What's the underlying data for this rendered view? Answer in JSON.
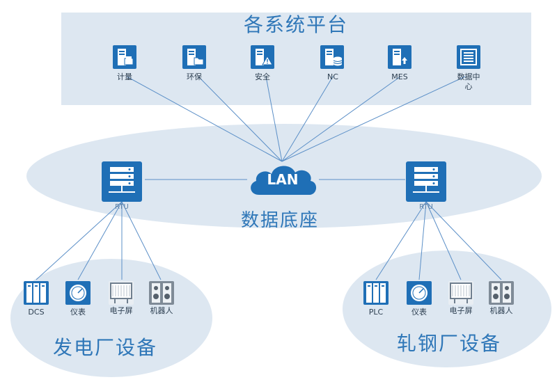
{
  "platform": {
    "title": "各系统平台",
    "systems": [
      {
        "label": "计量",
        "icon": "server-printer-icon"
      },
      {
        "label": "环保",
        "icon": "server-folder-icon"
      },
      {
        "label": "安全",
        "icon": "server-warning-icon"
      },
      {
        "label": "NC",
        "icon": "server-database-icon"
      },
      {
        "label": "MES",
        "icon": "server-upload-icon"
      },
      {
        "label": "数据中心",
        "icon": "data-center-icon"
      }
    ]
  },
  "base": {
    "title": "数据底座",
    "lan_label": "LAN",
    "rtu_left_label": "RTU",
    "rtu_right_label": "RTU"
  },
  "power_plant": {
    "title": "发电厂设备",
    "devices": [
      {
        "label": "DCS",
        "icon": "dcs-cabinet-icon"
      },
      {
        "label": "仪表",
        "icon": "gauge-icon"
      },
      {
        "label": "电子屏",
        "icon": "screen-icon"
      },
      {
        "label": "机器人",
        "icon": "robot-icon"
      }
    ]
  },
  "rolling_mill": {
    "title": "轧钢厂设备",
    "devices": [
      {
        "label": "PLC",
        "icon": "plc-cabinet-icon"
      },
      {
        "label": "仪表",
        "icon": "gauge-icon"
      },
      {
        "label": "电子屏",
        "icon": "screen-icon"
      },
      {
        "label": "机器人",
        "icon": "robot-icon"
      }
    ]
  },
  "colors": {
    "panel": "#dde7f1",
    "icon_blue": "#1f6fb6",
    "line": "#5b8fc7",
    "title": "#2f77b8"
  }
}
